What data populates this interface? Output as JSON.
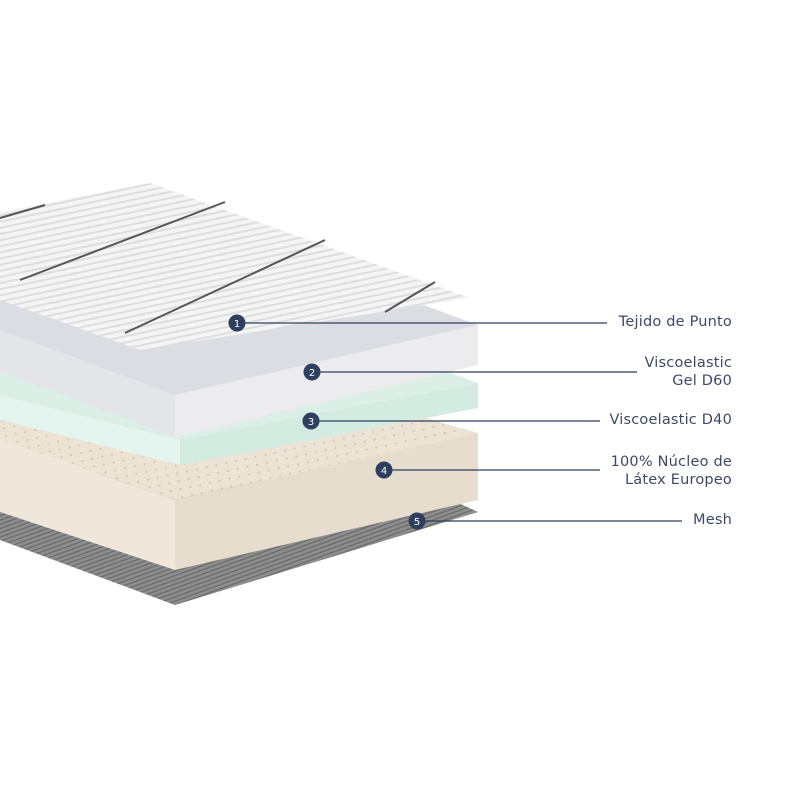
{
  "colors": {
    "accent": "#2f3f5f",
    "fabric": "#f1f1f1",
    "gel": "#e9eaee",
    "visco": "#d9efe6",
    "latex": "#e9dfd0",
    "mesh": "#8a8a8a"
  },
  "layers": [
    {
      "number": "1",
      "label_lines": [
        "Tejido de Punto"
      ]
    },
    {
      "number": "2",
      "label_lines": [
        "Viscoelastic",
        "Gel D60"
      ]
    },
    {
      "number": "3",
      "label_lines": [
        "Viscoelastic D40"
      ]
    },
    {
      "number": "4",
      "label_lines": [
        "100% Núcleo de",
        "Látex Europeo"
      ]
    },
    {
      "number": "5",
      "label_lines": [
        "Mesh"
      ]
    }
  ]
}
